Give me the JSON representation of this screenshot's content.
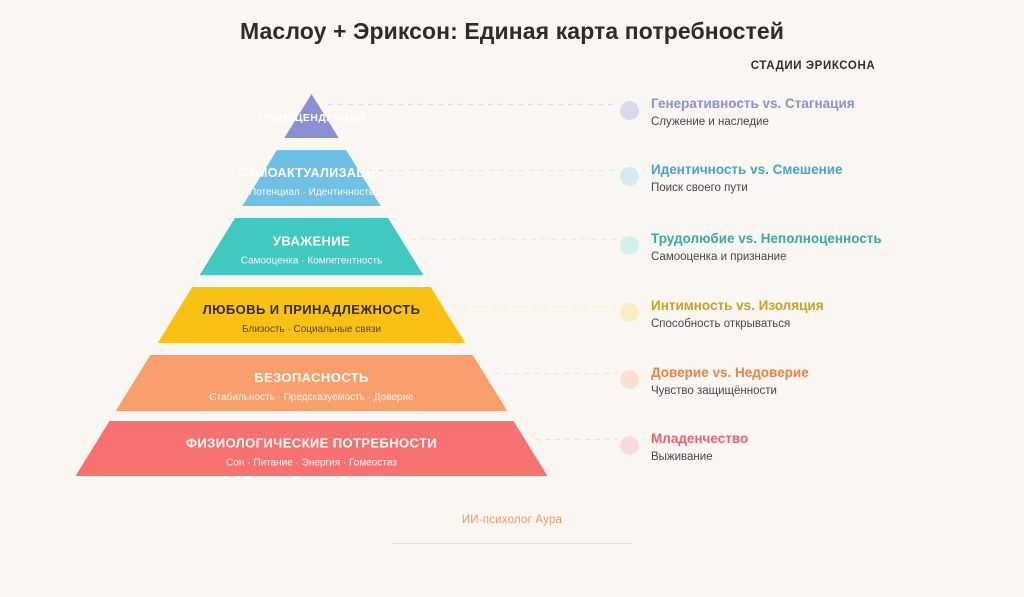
{
  "title": "Маслоу + Эриксон: Единая карта потребностей",
  "legend_heading": "СТАДИИ ЭРИКСОНА",
  "footer": {
    "label": "ИИ-психолог Аура"
  },
  "colors": {
    "background": "#faf7f2",
    "title_text": "#2f2b26",
    "transcendence": "#8b8fd6",
    "self_actualization": "#6ec1e4",
    "esteem": "#3fc9c0",
    "love": "#fac115",
    "safety": "#f99f6e",
    "physiological": "#f87171",
    "footer_accent": "#e79a6a"
  },
  "pyramid": {
    "tiers": [
      {
        "id": "transcendence",
        "title": "ТРАНСЦЕНДЕНЦИЯ",
        "subtitle": "",
        "color": "#8b8fd6",
        "text_color": "#ffffff"
      },
      {
        "id": "self-actualization",
        "title": "САМОАКТУАЛИЗАЦИЯ",
        "subtitle": "Потенциал · Идентичность",
        "color": "#6ec1e4",
        "text_color": "#ffffff"
      },
      {
        "id": "esteem",
        "title": "УВАЖЕНИЕ",
        "subtitle": "Самооценка · Компетентность",
        "color": "#3fc9c0",
        "text_color": "#ffffff"
      },
      {
        "id": "love-belonging",
        "title": "ЛЮБОВЬ И ПРИНАДЛЕЖНОСТЬ",
        "subtitle": "Близость · Социальные связи",
        "color": "#fac115",
        "text_color": "#2f2b26"
      },
      {
        "id": "safety",
        "title": "БЕЗОПАСНОСТЬ",
        "subtitle": "Стабильность · Предсказуемость · Доверие",
        "color": "#f99f6e",
        "text_color": "#ffffff"
      },
      {
        "id": "physiological",
        "title": "ФИЗИОЛОГИЧЕСКИЕ ПОТРЕБНОСТИ",
        "subtitle": "Сон · Питание · Энергия · Гомеостаз",
        "color": "#f87171",
        "text_color": "#ffffff"
      }
    ]
  },
  "legend": {
    "items": [
      {
        "id": "generativity",
        "title": "Генеративность vs. Стагнация",
        "subtitle": "Служение и наследие",
        "color": "#8b8fd6",
        "dot_color": "#d9d8ee"
      },
      {
        "id": "identity",
        "title": "Идентичность vs. Смешение",
        "subtitle": "Поиск своего пути",
        "color": "#4aa3c7",
        "dot_color": "#d5ebf2"
      },
      {
        "id": "industry",
        "title": "Трудолюбие vs. Неполноценность",
        "subtitle": "Самооценка и признание",
        "color": "#39ac9f",
        "dot_color": "#d3f0ec"
      },
      {
        "id": "intimacy",
        "title": "Интимность vs. Изоляция",
        "subtitle": "Способность открываться",
        "color": "#c9a21a",
        "dot_color": "#f7ecc4"
      },
      {
        "id": "trust",
        "title": "Доверие vs. Недоверие",
        "subtitle": "Чувство защищённости",
        "color": "#e8834a",
        "dot_color": "#fae0d2"
      },
      {
        "id": "infancy",
        "title": "Младенчество",
        "subtitle": "Выживание",
        "color": "#f2616b",
        "dot_color": "#fbdadc"
      }
    ]
  }
}
